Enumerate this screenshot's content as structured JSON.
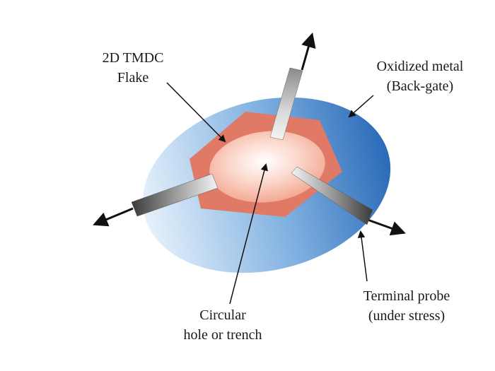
{
  "labels": {
    "flake_line1": "2D TMDC",
    "flake_line2": "Flake",
    "gate_line1": "Oxidized metal",
    "gate_line2": "(Back-gate)",
    "hole_line1": "Circular",
    "hole_line2": "hole or trench",
    "probe_line1": "Terminal probe",
    "probe_line2": "(under stress)"
  },
  "colors": {
    "gate_light": "#e6f1fb",
    "gate_dark": "#2a6ab8",
    "flake": "#e07a66",
    "hole_center": "#ffffff",
    "hole_edge": "#f3a58f",
    "probe_light": "#f2f2f2",
    "probe_dark": "#3a3a3a",
    "arrow": "#111111"
  },
  "probes": [
    {
      "name": "top-probe",
      "direction": "up-right"
    },
    {
      "name": "left-probe",
      "direction": "left"
    },
    {
      "name": "right-probe",
      "direction": "down-right"
    }
  ]
}
